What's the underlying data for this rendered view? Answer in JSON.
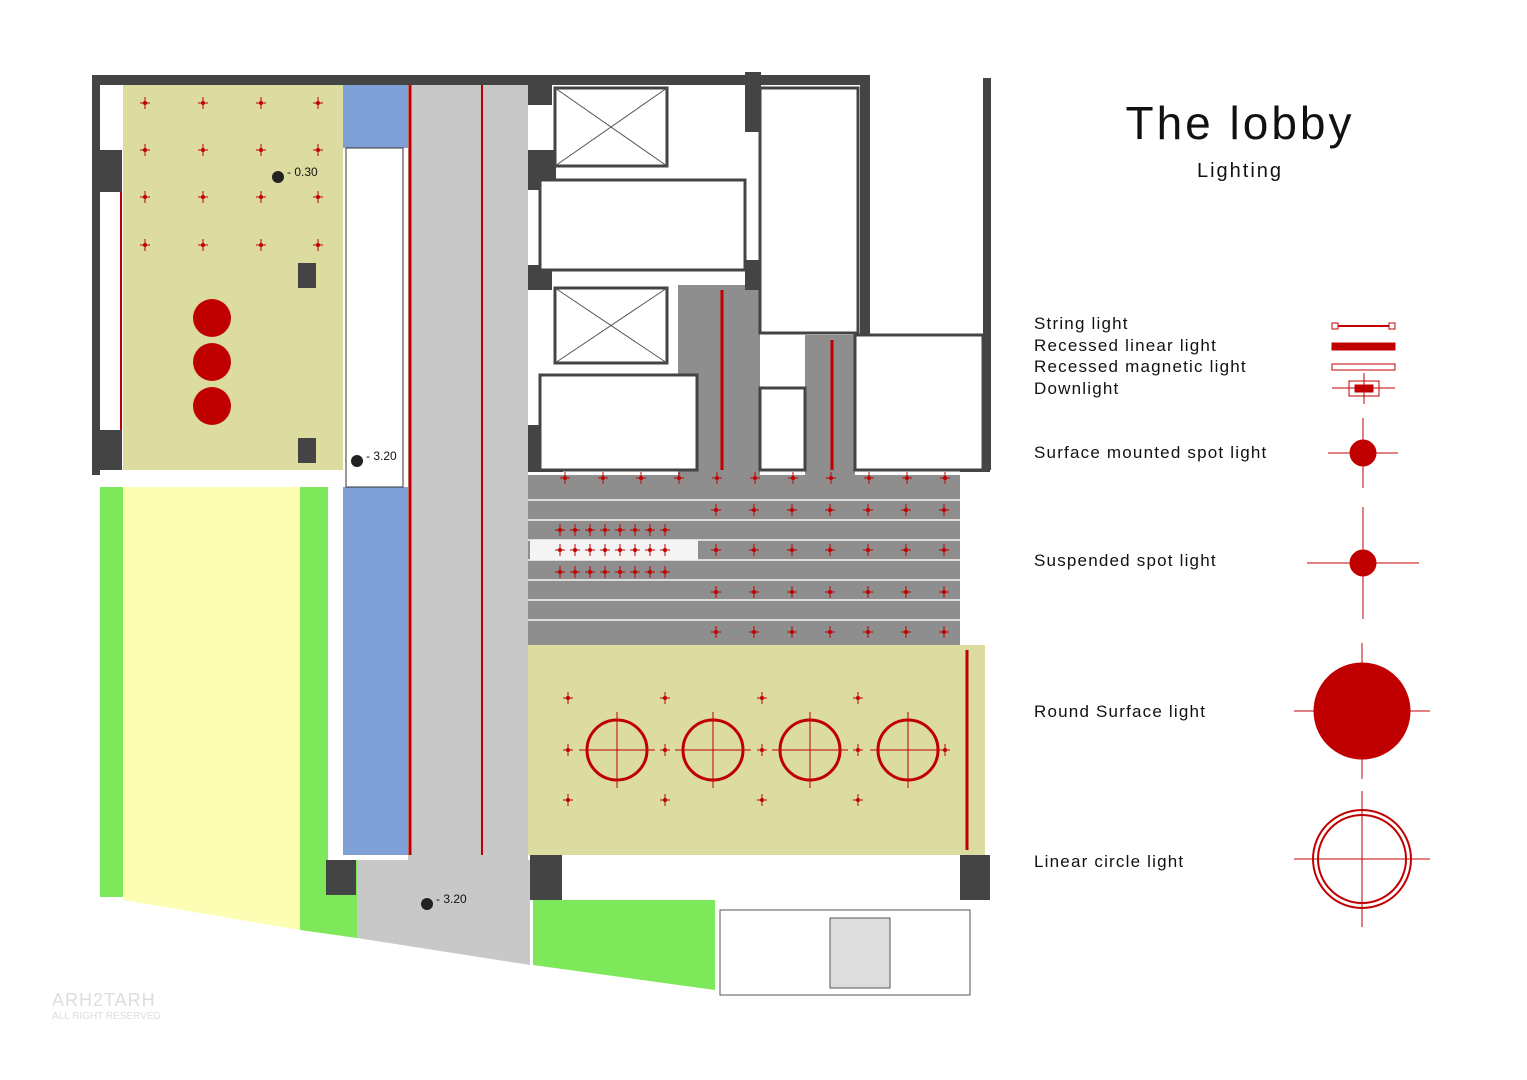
{
  "title": "The lobby",
  "subtitle": "Lighting",
  "levels": [
    "- 0.30",
    "- 3.20",
    "- 3.20"
  ],
  "legend": [
    {
      "label": "String light",
      "symbol": "string-light"
    },
    {
      "label": "Recessed linear light",
      "symbol": "recessed-linear-light"
    },
    {
      "label": "Recessed magnetic light",
      "symbol": "recessed-magnetic-light"
    },
    {
      "label": "Downlight",
      "symbol": "downlight"
    },
    {
      "label": "Surface mounted spot light",
      "symbol": "surface-spot-light"
    },
    {
      "label": "Suspended spot light",
      "symbol": "suspended-spot-light"
    },
    {
      "label": "Round Surface light",
      "symbol": "round-surface-light"
    },
    {
      "label": "Linear circle light",
      "symbol": "linear-circle-light"
    }
  ],
  "watermark": {
    "brand": "ARH2TARH",
    "note": "ALL RIGHT RESERVED"
  },
  "colors": {
    "light": "#c00000",
    "wall": "#444444",
    "olive": "#dcdba0",
    "blue": "#7fa0d6",
    "green": "#7de85a",
    "yellow": "#fdfdb4",
    "corridor": "#c8c8c8",
    "dark_floor": "#8e8e8e"
  }
}
